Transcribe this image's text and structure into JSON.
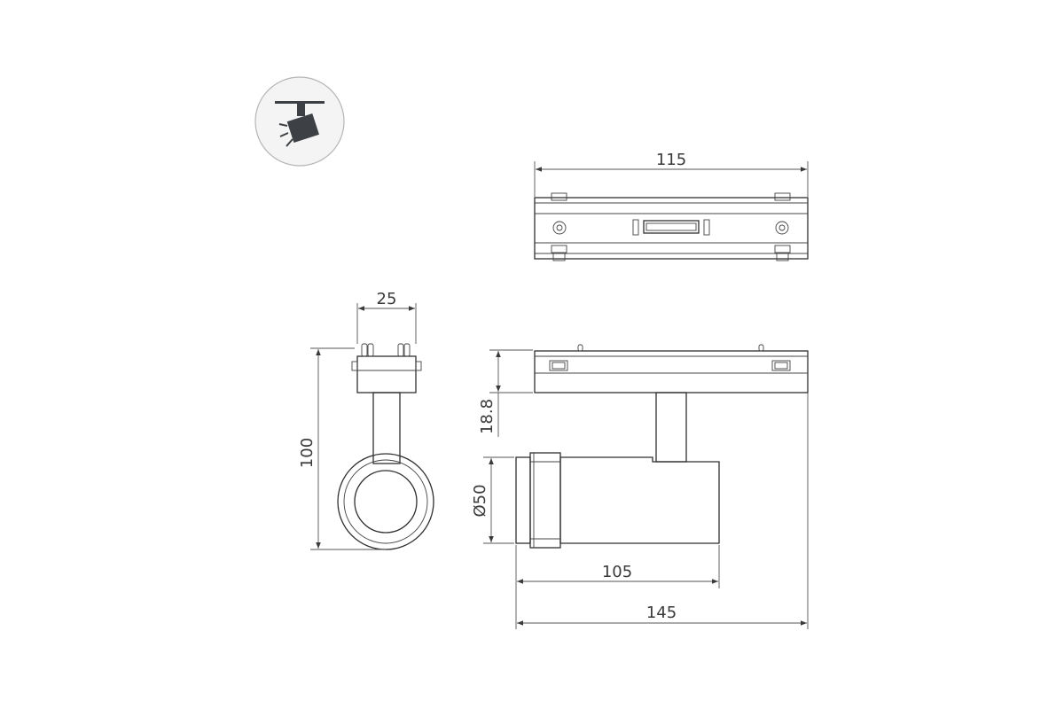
{
  "icon": {
    "name": "track-spotlight-icon"
  },
  "dimensions": {
    "top_width": "115",
    "side_width": "25",
    "height_total": "100",
    "adapter_height": "18.8",
    "body_diameter": "Ø50",
    "body_length": "105",
    "total_length": "145"
  },
  "colors": {
    "line": "#2f2f2f",
    "icon_fill": "#3d4145",
    "icon_bg": "#f2f2f2"
  }
}
